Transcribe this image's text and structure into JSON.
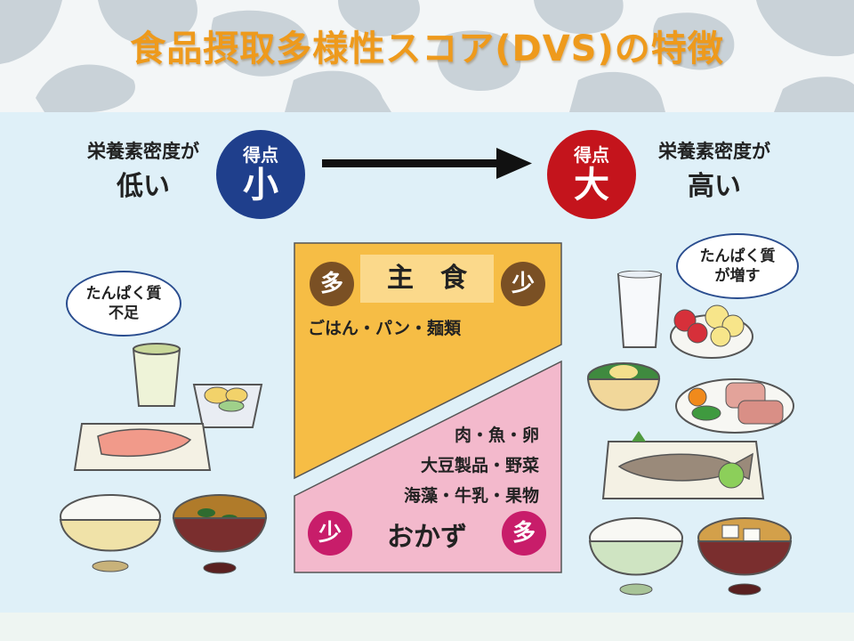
{
  "title": "食品摂取多様性スコア(DVS)の特徴",
  "low": {
    "caption_line1": "栄養素密度が",
    "caption_line2": "低い",
    "score_line1": "得点",
    "score_line2": "小",
    "bubble_line1": "たんぱく質",
    "bubble_line2": "不足"
  },
  "high": {
    "caption_line1": "栄養素密度が",
    "caption_line2": "高い",
    "score_line1": "得点",
    "score_line2": "大",
    "bubble_line1": "たんぱく質",
    "bubble_line2": "が増す"
  },
  "staple": {
    "label": "主　食",
    "left_badge": "多",
    "right_badge": "少",
    "examples": "ごはん・パン・麺類"
  },
  "side": {
    "label": "おかず",
    "left_badge": "少",
    "right_badge": "多",
    "examples_line1": "肉・魚・卵",
    "examples_line2": "大豆製品・野菜",
    "examples_line3": "海藻・牛乳・果物"
  },
  "colors": {
    "title": "#ee9a1c",
    "low_circle": "#1f3f8c",
    "high_circle": "#c4141c",
    "staple_fill": "#f6bd45",
    "side_fill": "#f3b9cc",
    "staple_badge": "#7a5024",
    "side_badge": "#c81d6a"
  }
}
